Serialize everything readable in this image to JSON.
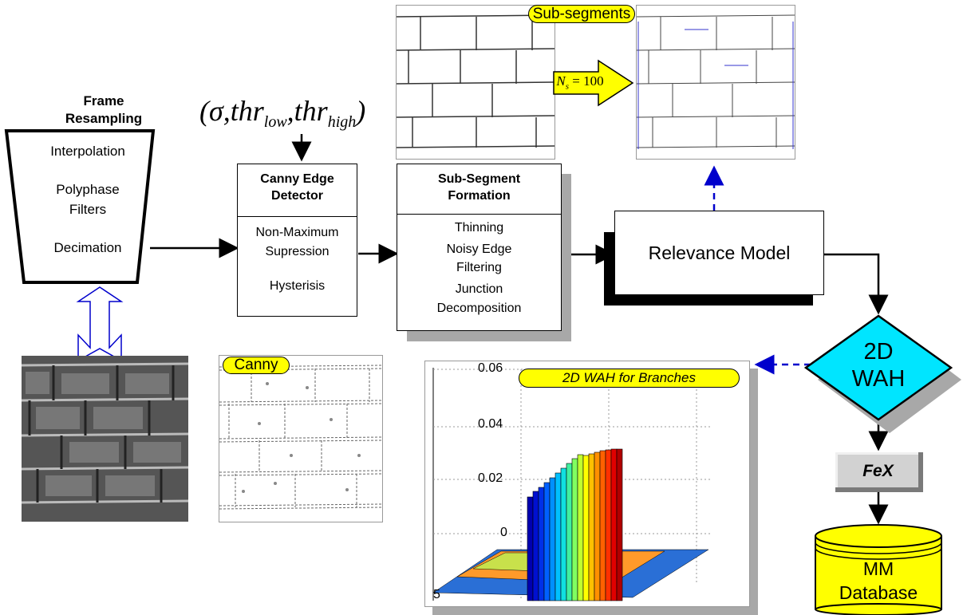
{
  "frame_resampling": {
    "title_line1": "Frame",
    "title_line2": "Resampling",
    "item1": "Interpolation",
    "item2_line1": "Polyphase",
    "item2_line2": "Filters",
    "item3": "Decimation"
  },
  "canny": {
    "params": "(σ,thr",
    "param_low": "low",
    "param_high": "high",
    "title_line1": "Canny Edge",
    "title_line2": "Detector",
    "item1_line1": "Non-Maximum",
    "item1_line2": "Supression",
    "item2": "Hysterisis",
    "image_label": "Canny"
  },
  "subsegment": {
    "title_line1": "Sub-Segment",
    "title_line2": "Formation",
    "item1": "Thinning",
    "item2_line1": "Noisy Edge",
    "item2_line2": "Filtering",
    "item3_line1": "Junction",
    "item3_line2": "Decomposition",
    "image_label": "Sub-segments",
    "arrow_label_var": "N",
    "arrow_label_sub": "s",
    "arrow_label_value": "= 100"
  },
  "relevance": {
    "label": "Relevance Model"
  },
  "wah": {
    "line1": "2D",
    "line2": "WAH"
  },
  "fex": {
    "label": "FeX"
  },
  "database": {
    "line1": "MM",
    "line2": "Database"
  },
  "plot": {
    "title": "2D WAH for Branches",
    "ticks": [
      "0.06",
      "0.04",
      "0.02",
      "0"
    ],
    "corner_tick": "5"
  },
  "colors": {
    "yellow": "#ffff00",
    "cyan": "#00e5ff",
    "blue_arrow": "#0000cc",
    "shadow": "#a8a8a8"
  }
}
